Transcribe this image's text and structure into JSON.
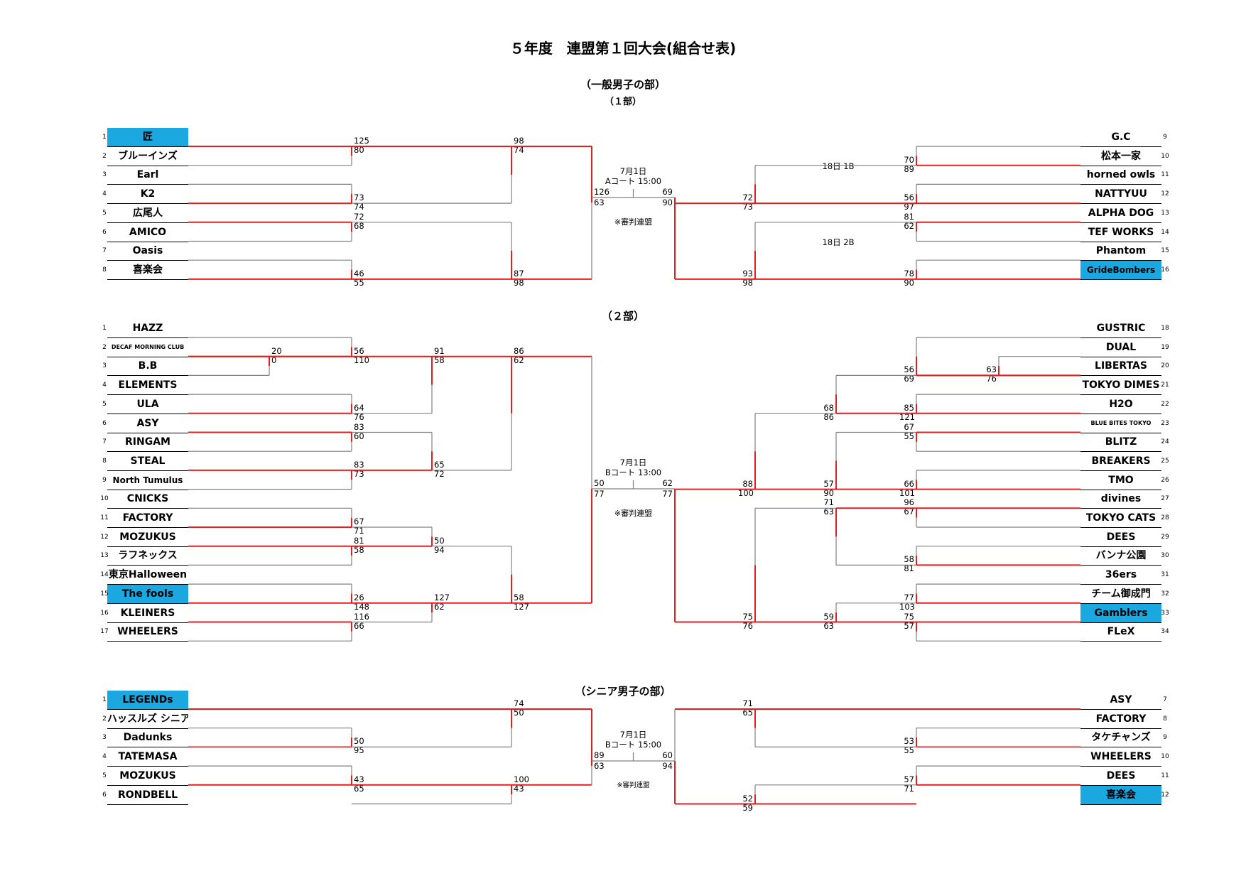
{
  "title": "５年度　連盟第１回大会(組合せ表)",
  "colors": {
    "winner_line": "#e02020",
    "loser_line": "#808080",
    "highlight": "#1ba8e0"
  },
  "sections": [
    {
      "id": "ippan1",
      "heading": "（一般男子の部）",
      "subheading": "（１部）",
      "left": {
        "teams": [
          {
            "no": "1",
            "name": "匠",
            "hl": true
          },
          {
            "no": "2",
            "name": "ブルーインズ"
          },
          {
            "no": "3",
            "name": "Earl"
          },
          {
            "no": "4",
            "name": "K2"
          },
          {
            "no": "5",
            "name": "広尾人"
          },
          {
            "no": "6",
            "name": "AMICO"
          },
          {
            "no": "7",
            "name": "Oasis"
          },
          {
            "no": "8",
            "name": "喜楽会"
          }
        ],
        "rounds": [
          [
            {
              "t": "125",
              "b": "80",
              "w": 0
            },
            {
              "t": "73",
              "b": "74",
              "w": 1
            },
            {
              "t": "72",
              "b": "68",
              "w": 0
            },
            {
              "t": "46",
              "b": "55",
              "w": 1
            }
          ],
          [
            {
              "t": "98",
              "b": "74",
              "w": 0
            },
            {
              "t": "87",
              "b": "98",
              "w": 1
            }
          ]
        ],
        "final": {
          "t": "126",
          "b": "63",
          "w": 0
        }
      },
      "right": {
        "teams": [
          {
            "no": "9",
            "name": "G.C"
          },
          {
            "no": "10",
            "name": "松本一家"
          },
          {
            "no": "11",
            "name": "horned owls"
          },
          {
            "no": "12",
            "name": "NATTYUU"
          },
          {
            "no": "13",
            "name": "ALPHA DOG"
          },
          {
            "no": "14",
            "name": "TEF WORKS"
          },
          {
            "no": "15",
            "name": "Phantom"
          },
          {
            "no": "16",
            "name": "GrideBombers",
            "hl": true
          }
        ],
        "rounds": [
          [
            {
              "t": "70",
              "b": "89",
              "w": 1
            },
            {
              "t": "56",
              "b": "97",
              "w": 1
            },
            {
              "t": "81",
              "b": "62",
              "w": 0
            },
            {
              "t": "78",
              "b": "90",
              "w": 1
            }
          ],
          [
            {
              "t": "72",
              "b": "73",
              "w": 1
            },
            {
              "t": "93",
              "b": "98",
              "w": 1
            }
          ]
        ],
        "final": {
          "t": "69",
          "b": "90",
          "w": 1
        }
      },
      "match_info": [
        "7月1日",
        "Aコート  15:00"
      ],
      "note": "※審判連盟",
      "annotations": [
        "18日  1B",
        "18日  2B"
      ]
    },
    {
      "id": "ippan2",
      "heading": "（２部）",
      "left": {
        "teams": [
          {
            "no": "1",
            "name": "HAZZ"
          },
          {
            "no": "2",
            "name": "DECAF MORNING CLUB"
          },
          {
            "no": "3",
            "name": "B.B"
          },
          {
            "no": "4",
            "name": "ELEMENTS"
          },
          {
            "no": "5",
            "name": "ULA"
          },
          {
            "no": "6",
            "name": "ASY"
          },
          {
            "no": "7",
            "name": "RINGAM"
          },
          {
            "no": "8",
            "name": "STEAL"
          },
          {
            "no": "9",
            "name": "North Tumulus"
          },
          {
            "no": "10",
            "name": "CNICKS"
          },
          {
            "no": "11",
            "name": "FACTORY"
          },
          {
            "no": "12",
            "name": "MOZUKUS"
          },
          {
            "no": "13",
            "name": "ラフネックス"
          },
          {
            "no": "14",
            "name": "東京Halloween"
          },
          {
            "no": "15",
            "name": "The fools",
            "hl": true
          },
          {
            "no": "16",
            "name": "KLEINERS"
          },
          {
            "no": "17",
            "name": "WHEELERS"
          }
        ],
        "pre": {
          "t": "20",
          "b": "0",
          "w": 0
        },
        "rounds": [
          [
            {
              "t": "56",
              "b": "110",
              "w": 1
            },
            {
              "t": "64",
              "b": "76",
              "w": 1
            },
            {
              "t": "83",
              "b": "60",
              "w": 0
            },
            {
              "t": "83",
              "b": "73",
              "w": 0
            },
            {
              "t": "67",
              "b": "71",
              "w": 1
            },
            {
              "t": "81",
              "b": "58",
              "w": 0
            },
            {
              "t": "26",
              "b": "148",
              "w": 1
            },
            {
              "t": "116",
              "b": "66",
              "w": 0
            }
          ],
          [
            {
              "t": "91",
              "b": "58",
              "w": 0
            },
            {
              "t": "65",
              "b": "72",
              "w": 1
            },
            {
              "t": "50",
              "b": "94",
              "w": 1
            },
            {
              "t": "127",
              "b": "62",
              "w": 0
            }
          ],
          [
            {
              "t": "86",
              "b": "62",
              "w": 0
            },
            {
              "t": "58",
              "b": "127",
              "w": 1
            }
          ]
        ],
        "final": {
          "t": "50",
          "b": "77",
          "w": 1
        }
      },
      "right": {
        "teams": [
          {
            "no": "18",
            "name": "GUSTRIC"
          },
          {
            "no": "19",
            "name": "DUAL"
          },
          {
            "no": "20",
            "name": "LIBERTAS"
          },
          {
            "no": "21",
            "name": "TOKYO DIMES"
          },
          {
            "no": "22",
            "name": "H2O"
          },
          {
            "no": "23",
            "name": "BLUE BITES TOKYO"
          },
          {
            "no": "24",
            "name": "BLITZ"
          },
          {
            "no": "25",
            "name": "BREAKERS"
          },
          {
            "no": "26",
            "name": "TMO"
          },
          {
            "no": "27",
            "name": "divines"
          },
          {
            "no": "28",
            "name": "TOKYO CATS"
          },
          {
            "no": "29",
            "name": "DEES"
          },
          {
            "no": "30",
            "name": "バンナ公園"
          },
          {
            "no": "31",
            "name": "36ers"
          },
          {
            "no": "32",
            "name": "チーム御成門"
          },
          {
            "no": "33",
            "name": "Gamblers",
            "hl": true
          },
          {
            "no": "34",
            "name": "FLeX"
          }
        ],
        "pre": {
          "t": "63",
          "b": "76",
          "w": 1
        },
        "rounds": [
          [
            {
              "t": "56",
              "b": "69",
              "w": 1
            },
            {
              "t": "85",
              "b": "121",
              "w": 1
            },
            {
              "t": "67",
              "b": "55",
              "w": 0
            },
            {
              "t": "66",
              "b": "101",
              "w": 1
            },
            {
              "t": "96",
              "b": "67",
              "w": 0
            },
            {
              "t": "58",
              "b": "81",
              "w": 1
            },
            {
              "t": "77",
              "b": "103",
              "w": 1
            },
            {
              "t": "75",
              "b": "57",
              "w": 0
            }
          ],
          [
            {
              "t": "68",
              "b": "86",
              "w": 1
            },
            {
              "t": "57",
              "b": "90",
              "w": 1
            },
            {
              "t": "71",
              "b": "63",
              "w": 0
            },
            {
              "t": "59",
              "b": "63",
              "w": 1
            }
          ],
          [
            {
              "t": "88",
              "b": "100",
              "w": 1
            },
            {
              "t": "75",
              "b": "76",
              "w": 1
            }
          ]
        ],
        "final": {
          "t": "62",
          "b": "77",
          "w": 1
        }
      },
      "match_info": [
        "7月1日",
        "Bコート  13:00"
      ],
      "note": "※審判連盟"
    },
    {
      "id": "senior",
      "heading": "（シニア男子の部）",
      "left": {
        "teams": [
          {
            "no": "1",
            "name": "LEGENDs",
            "hl": true
          },
          {
            "no": "2",
            "name": "ハッスルズ シニア"
          },
          {
            "no": "3",
            "name": "Dadunks"
          },
          {
            "no": "4",
            "name": "TATEMASA"
          },
          {
            "no": "5",
            "name": "MOZUKUS"
          },
          {
            "no": "6",
            "name": "RONDBELL"
          }
        ],
        "r1": [
          {
            "t": "50",
            "b": "95",
            "w": 1
          },
          {
            "t": "43",
            "b": "65",
            "w": 1
          }
        ],
        "r2": [
          {
            "t": "74",
            "b": "50",
            "w": 0
          },
          {
            "t": "100",
            "b": "43",
            "w": 0
          }
        ],
        "final": {
          "t": "89",
          "b": "63",
          "w": 0
        }
      },
      "right": {
        "teams": [
          {
            "no": "7",
            "name": "ASY"
          },
          {
            "no": "8",
            "name": "FACTORY"
          },
          {
            "no": "9",
            "name": "タケチャンズ"
          },
          {
            "no": "10",
            "name": "WHEELERS"
          },
          {
            "no": "11",
            "name": "DEES"
          },
          {
            "no": "12",
            "name": "喜楽会",
            "hl": true
          }
        ],
        "r1": [
          {
            "t": "53",
            "b": "55",
            "w": 1
          },
          {
            "t": "57",
            "b": "71",
            "w": 1
          }
        ],
        "r2": [
          {
            "t": "71",
            "b": "65",
            "w": 0
          },
          {
            "t": "52",
            "b": "59",
            "w": 1
          }
        ],
        "final": {
          "t": "60",
          "b": "94",
          "w": 1
        }
      },
      "match_info": [
        "7月1日",
        "Bコート  15:00"
      ],
      "note": "※審判連盟"
    }
  ]
}
